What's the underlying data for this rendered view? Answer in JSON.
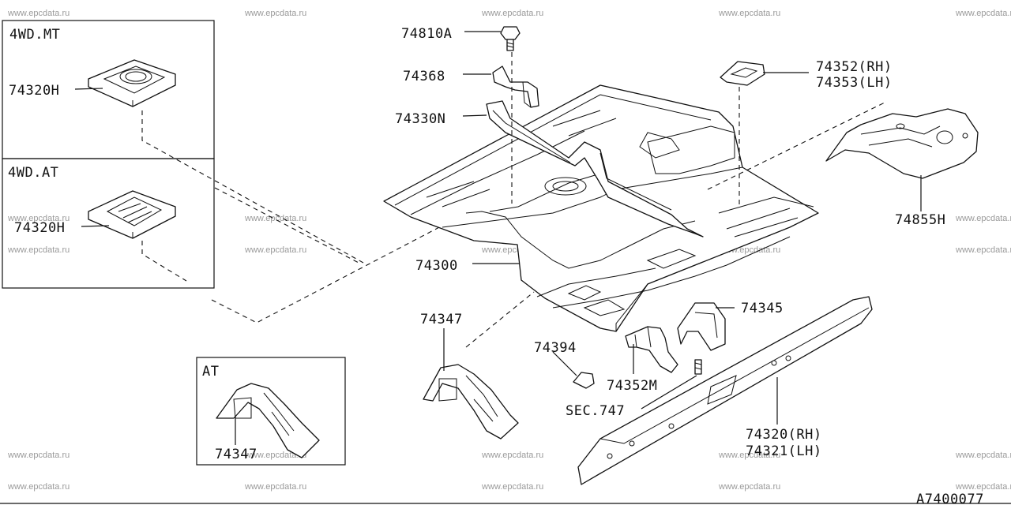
{
  "watermark": "www.epcdata.ru",
  "diagram_code": "A7400077",
  "insets": {
    "mt_title": "4WD.MT",
    "at4_title": "4WD.AT",
    "at_title": "AT"
  },
  "labels": {
    "p74810A": "74810A",
    "p74368": "74368",
    "p74330N": "74330N",
    "p74352": "74352(RH)",
    "p74353": "74353(LH)",
    "p74855H": "74855H",
    "p74300": "74300",
    "p74347": "74347",
    "p74345": "74345",
    "p74394": "74394",
    "p74352M": "74352M",
    "sec747": "SEC.747",
    "p74320": "74320(RH)",
    "p74321": "74321(LH)",
    "p74320H_mt": "74320H",
    "p74320H_at": "74320H",
    "p74347_at": "74347"
  }
}
